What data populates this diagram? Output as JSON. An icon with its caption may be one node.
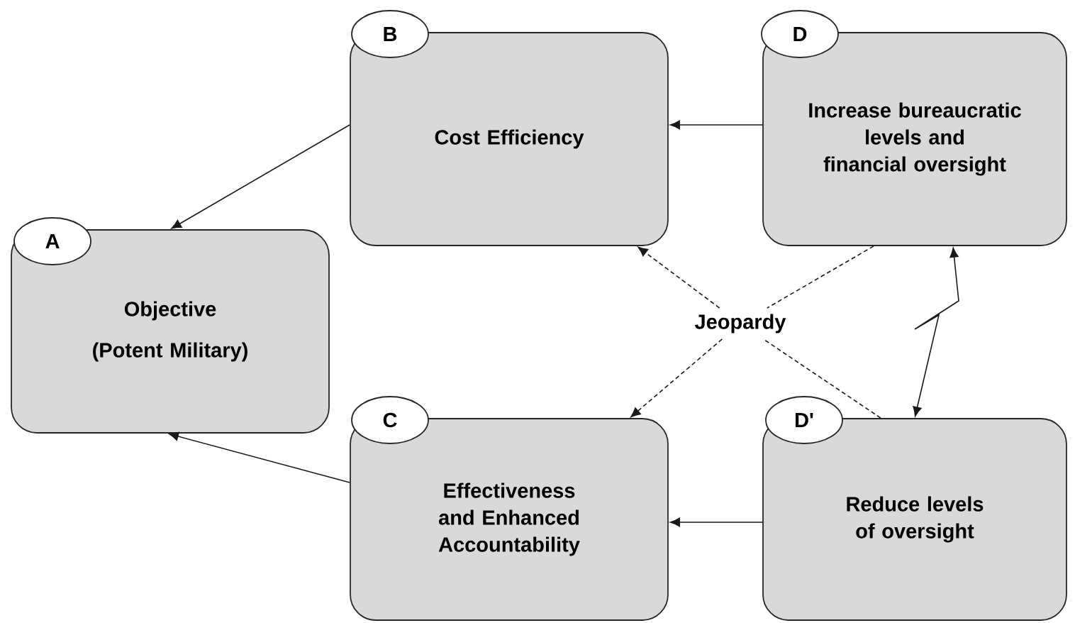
{
  "diagram": {
    "nodes": [
      {
        "text": [
          "A",
          "Objective",
          "(Potent Military)"
        ]
      },
      {
        "text": [
          "B",
          "Cost Efficiency"
        ]
      },
      {
        "text": [
          "C",
          "Effectiveness and Enhanced Accountability"
        ]
      },
      {
        "text": [
          "D",
          "Increase bureaucratic levels and financial oversight"
        ]
      },
      {
        "text": [
          "D'",
          "Reduce levels of oversight"
        ]
      },
      {
        "text": [
          "Jeopardy"
        ]
      }
    ],
    "edges": [
      {
        "from": 1,
        "to": 0,
        "arrow": "to"
      },
      {
        "from": 2,
        "to": 0,
        "arrow": "to"
      },
      {
        "from": 3,
        "to": 1,
        "arrow": "to"
      },
      {
        "from": 4,
        "to": 2,
        "arrow": "to"
      },
      {
        "from": 3,
        "to": 4,
        "arrow": "both"
      },
      {
        "from": 3,
        "to": 5,
        "arrow": "none",
        "style": "dashed"
      },
      {
        "from": 5,
        "to": 2,
        "arrow": "to",
        "style": "dashed"
      },
      {
        "from": 4,
        "to": 5,
        "arrow": "none",
        "style": "dashed"
      },
      {
        "from": 5,
        "to": 1,
        "arrow": "to",
        "style": "dashed"
      }
    ]
  }
}
